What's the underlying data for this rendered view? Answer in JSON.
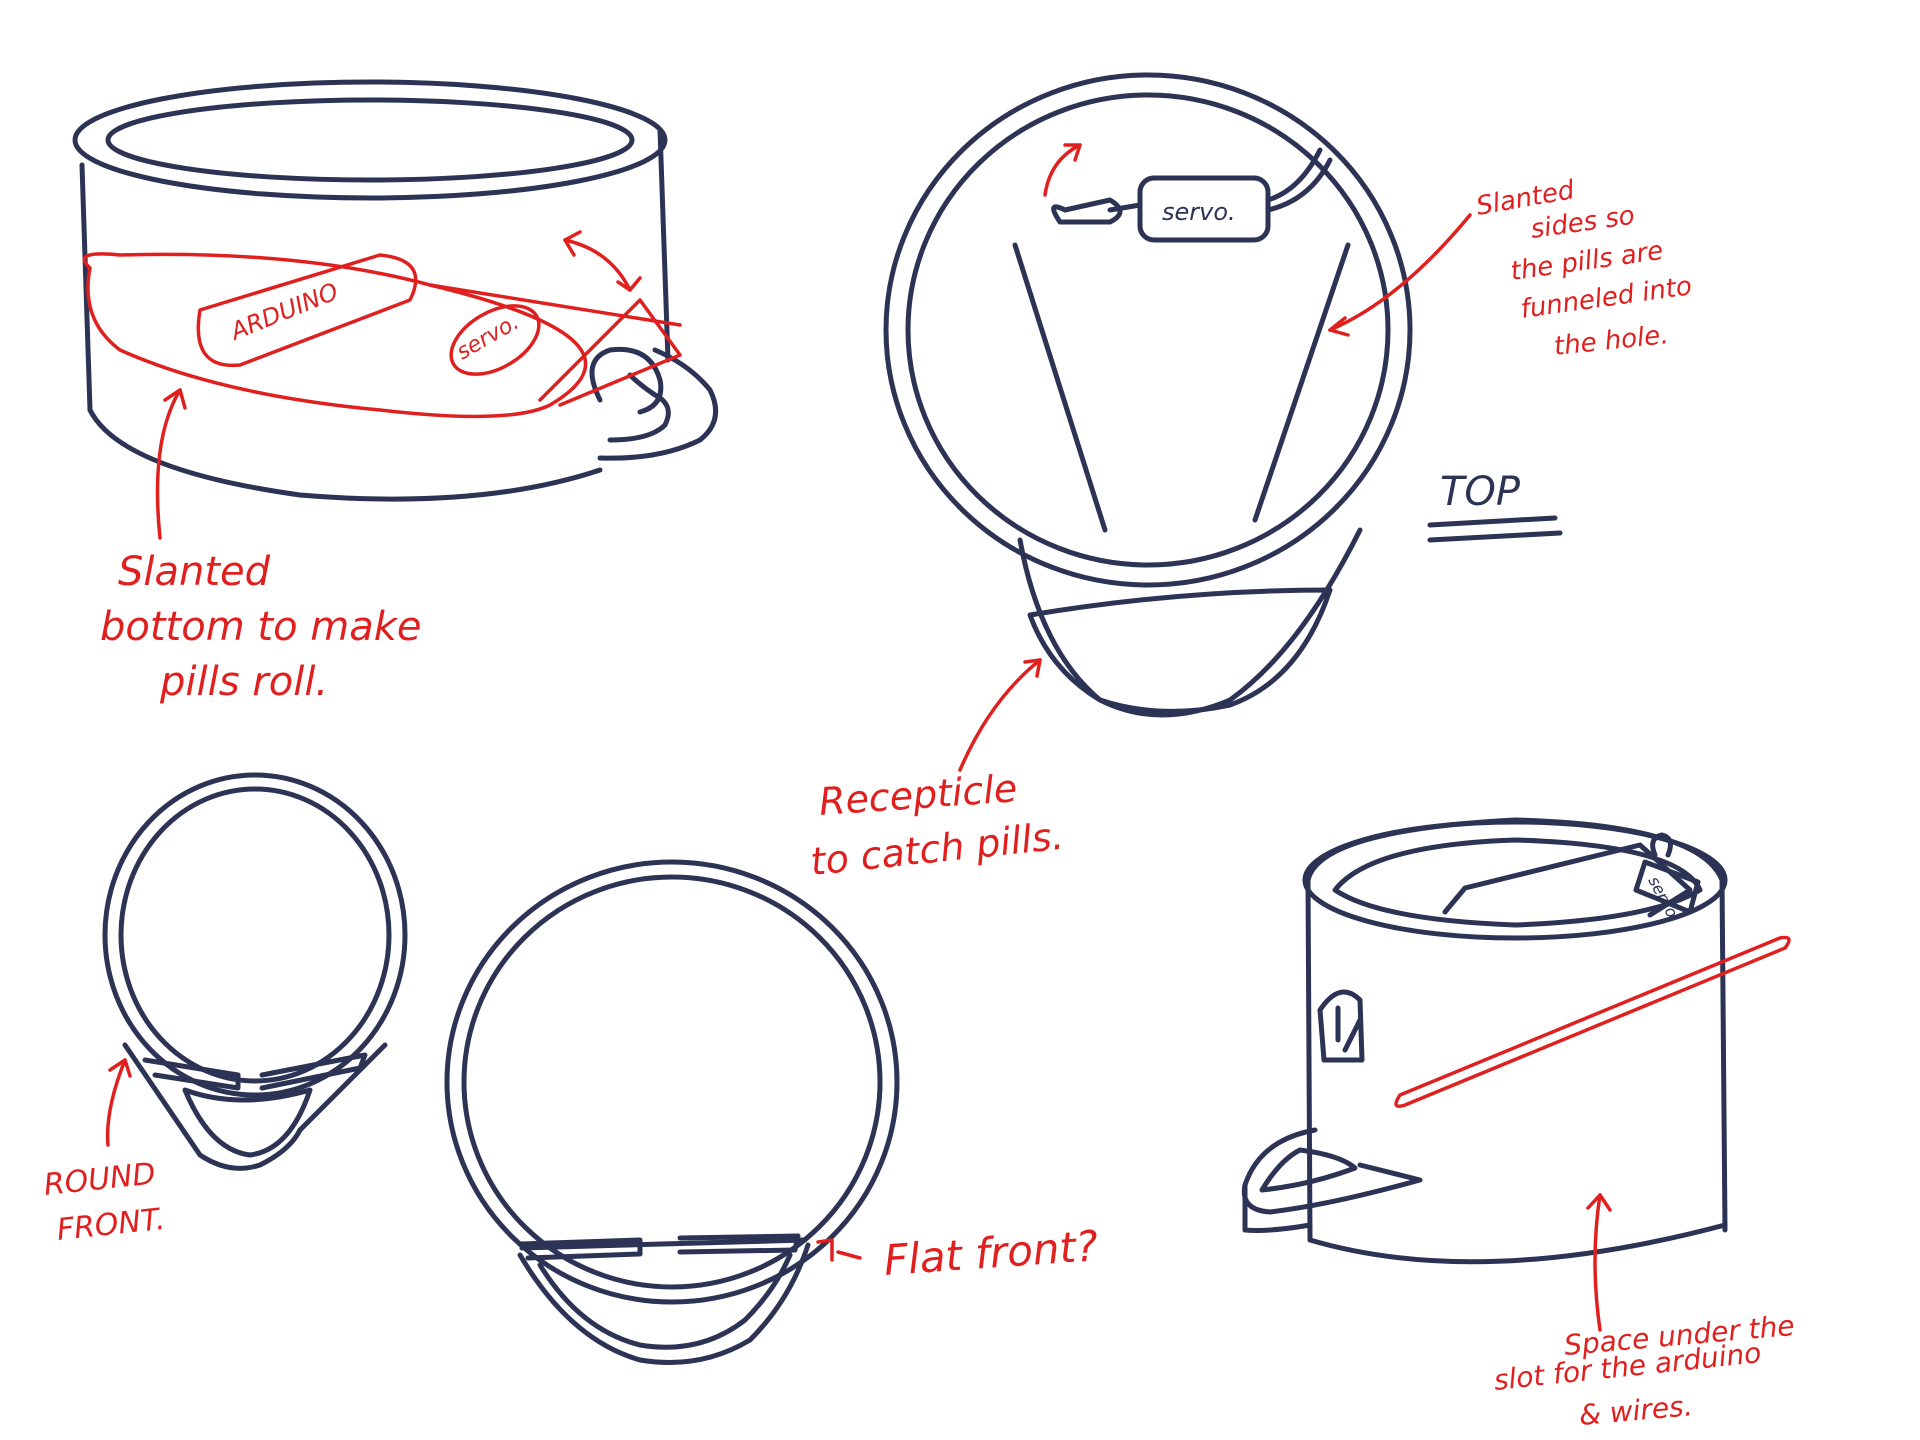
{
  "colors": {
    "ink": "#2c3355",
    "annotation": "#e0201f",
    "background": "#ffffff"
  },
  "annotations": {
    "arduino": "ARDUINO",
    "servo_side": "servo.",
    "servo_top": "servo.",
    "servo_corner": "servo",
    "slanted_bottom": [
      "Slanted",
      "bottom  to  make",
      "pills  roll."
    ],
    "slanted_sides": [
      "Slanted",
      "sides  so",
      "the  pills  are",
      "funneled  into",
      "the  hole."
    ],
    "top_label": "TOP",
    "receptacle": [
      "Recepticle",
      "to  catch  pills."
    ],
    "round_front": [
      "ROUND",
      "FRONT."
    ],
    "flat_front": "Flat  front?",
    "slot_space": [
      "Space  under  the",
      "slot     for  the  arduino",
      "& wires."
    ]
  }
}
